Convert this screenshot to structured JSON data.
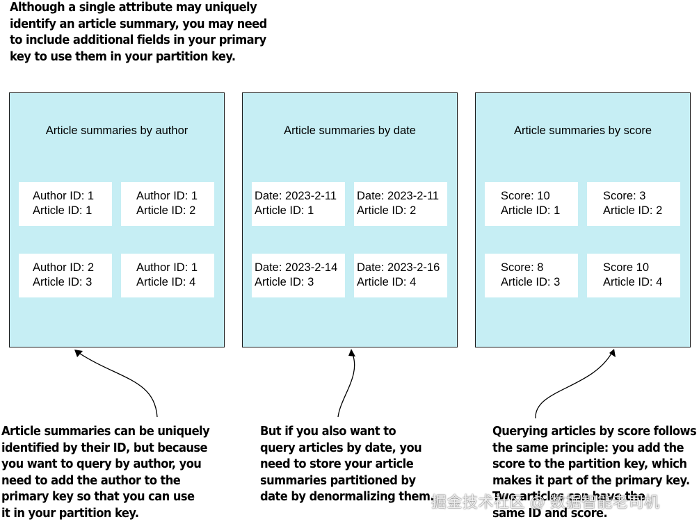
{
  "top_note": {
    "lines": [
      "Although a single attribute may uniquely",
      "identify an article summary, you may need",
      "to include additional fields in your primary",
      "key to use them in your partition key."
    ]
  },
  "panels": [
    {
      "title": "Article summaries by author",
      "cards": [
        {
          "line1": "Author ID: 1",
          "line2": "Article ID: 1"
        },
        {
          "line1": "Author ID: 1",
          "line2": "Article ID: 2"
        },
        {
          "line1": "Author ID: 2",
          "line2": "Article ID: 3"
        },
        {
          "line1": "Author ID: 1",
          "line2": "Article ID: 4"
        }
      ]
    },
    {
      "title": "Article summaries by date",
      "cards": [
        {
          "line1": "Date: 2023-2-11",
          "line2": "Article ID: 1"
        },
        {
          "line1": "Date: 2023-2-11",
          "line2": "Article ID: 2"
        },
        {
          "line1": "Date: 2023-2-14",
          "line2": "Article ID: 3"
        },
        {
          "line1": "Date: 2023-2-16",
          "line2": "Article ID: 4"
        }
      ]
    },
    {
      "title": "Article summaries by score",
      "cards": [
        {
          "line1": "Score: 10",
          "line2": "Article ID: 1"
        },
        {
          "line1": "Score: 3",
          "line2": "Article ID: 2"
        },
        {
          "line1": "Score: 8",
          "line2": "Article ID: 3"
        },
        {
          "line1": "Score 10",
          "line2": "Article ID: 4"
        }
      ]
    }
  ],
  "notes": [
    {
      "lines": [
        "Article summaries can be uniquely",
        "identified by their ID, but because",
        "you want to query by author, you",
        "need to add the author to the",
        "primary key so that you can use",
        "it in your partition key."
      ]
    },
    {
      "lines": [
        "But if you also want to",
        "query articles by date, you",
        "need to store your article",
        "summaries partitioned by",
        "date by denormalizing them."
      ]
    },
    {
      "lines": [
        "Querying articles by score follows",
        "the same principle: you add the",
        "score to the partition key, which",
        "makes it part of the primary key.",
        "Two articles can have the",
        "same ID and score."
      ]
    }
  ],
  "watermark": "掘金技术社区 @ 数据智能老司机"
}
